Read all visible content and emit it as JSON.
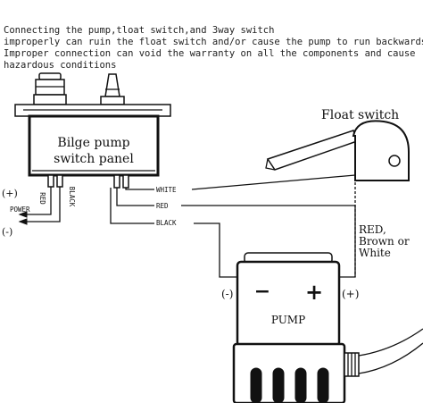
{
  "warning": {
    "line1": "Connecting the pump,tloat switch,and 3way switch",
    "line2": "improperly can ruin the float switch and/or cause the pump to run backwards.",
    "line3": "Improper connection can void the warranty on all the components and cause",
    "line4": "hazardous conditions"
  },
  "panel": {
    "line1": "Bilge pump",
    "line2": "switch panel"
  },
  "left_terminals": {
    "plus": "(+)",
    "red": "RED",
    "power": "POWER",
    "black": "BLACK",
    "minus": "(-)"
  },
  "right_terminals": {
    "white": "WHITE",
    "red": "RED",
    "black": "BLACK"
  },
  "float_switch": {
    "title": "Float switch",
    "wire_line1": "RED,",
    "wire_line2": "Brown or",
    "wire_line3": "White"
  },
  "pump": {
    "label": "PUMP",
    "minus_symbol": "−",
    "plus_symbol": "+",
    "neg_terminal": "(-)",
    "pos_terminal": "(+)"
  }
}
